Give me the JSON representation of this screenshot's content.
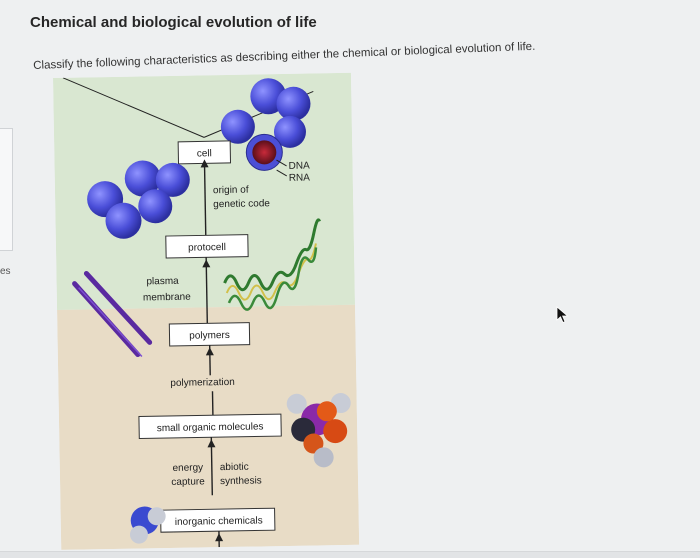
{
  "page": {
    "title": "Chemical and biological evolution of life",
    "instructions": "Classify the following characteristics as describing either the chemical or biological evolution of life.",
    "left_fragment": "es"
  },
  "diagram": {
    "labels": {
      "cell": "cell",
      "dna": "DNA",
      "rna": "RNA",
      "origin_line1": "origin of",
      "origin_line2": "genetic code",
      "protocell": "protocell",
      "plasma_line1": "plasma",
      "plasma_line2": "membrane",
      "polymers": "polymers",
      "polymerization": "polymerization",
      "small_organic": "small organic molecules",
      "energy_line1": "energy",
      "energy_line2": "capture",
      "abiotic_line1": "abiotic",
      "abiotic_line2": "synthesis",
      "inorganic": "inorganic chemicals"
    },
    "colors": {
      "upper_bg": "#d9e7d1",
      "lower_bg": "#e8dcc6",
      "sphere_blue": "#5a5ee0",
      "dna_purple": "#5a2aa0",
      "green_strand": "#2f7a2f"
    }
  }
}
